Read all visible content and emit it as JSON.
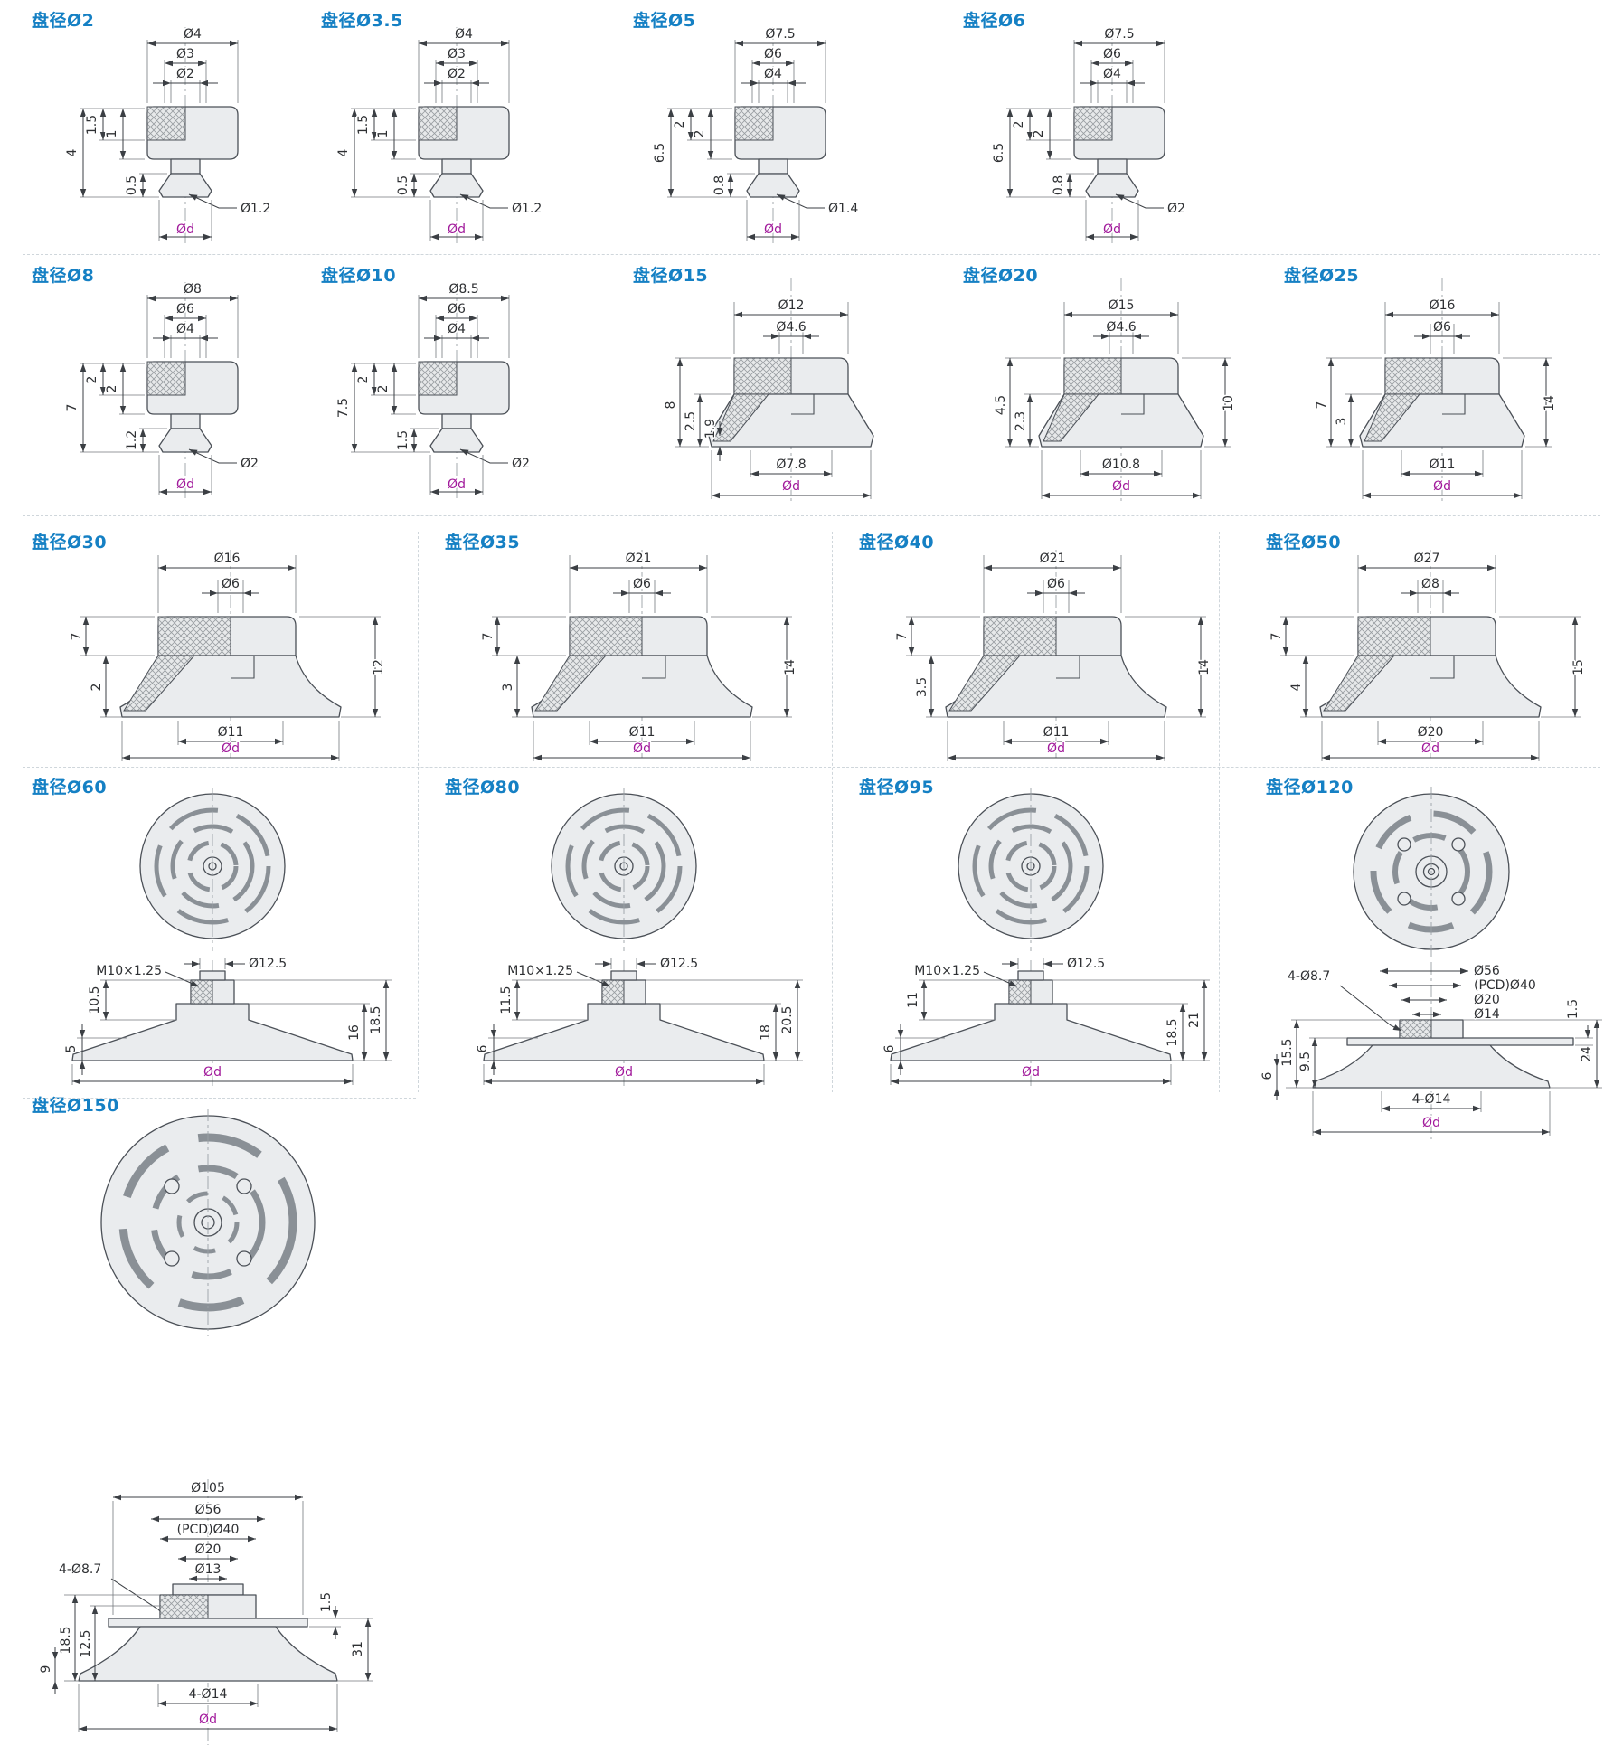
{
  "colors": {
    "title_blue": "#1580c4",
    "dimension_text": "#2e3033",
    "diameter_d_magenta": "#a11a9b",
    "shape_fill": "#eaecee",
    "shape_line": "#4b5057"
  },
  "cells": {
    "d2": {
      "title": "盘径Ø2",
      "top1": "Ø4",
      "top2": "Ø3",
      "top3": "Ø2",
      "left1": "4",
      "left2": "1.5",
      "left3": "1",
      "left4": "0.5",
      "bot1": "Ø1.2",
      "bot2": "Ød"
    },
    "d3_5": {
      "title": "盘径Ø3.5",
      "top1": "Ø4",
      "top2": "Ø3",
      "top3": "Ø2",
      "left1": "4",
      "left2": "1.5",
      "left3": "1",
      "left4": "0.5",
      "bot1": "Ø1.2",
      "bot2": "Ød"
    },
    "d5": {
      "title": "盘径Ø5",
      "top1": "Ø7.5",
      "top2": "Ø6",
      "top3": "Ø4",
      "left1": "6.5",
      "left2": "2",
      "left3": "2",
      "left4": "0.8",
      "bot1": "Ø1.4",
      "bot2": "Ød"
    },
    "d6": {
      "title": "盘径Ø6",
      "top1": "Ø7.5",
      "top2": "Ø6",
      "top3": "Ø4",
      "left1": "6.5",
      "left2": "2",
      "left3": "2",
      "left4": "0.8",
      "bot1": "Ø2",
      "bot2": "Ød"
    },
    "d8": {
      "title": "盘径Ø8",
      "top1": "Ø8",
      "top2": "Ø6",
      "top3": "Ø4",
      "left1": "7",
      "left2": "2",
      "left3": "2",
      "left4": "1.2",
      "bot1": "Ø2",
      "bot2": "Ød"
    },
    "d10": {
      "title": "盘径Ø10",
      "top1": "Ø8.5",
      "top2": "Ø6",
      "top3": "Ø4",
      "left1": "7.5",
      "left2": "2",
      "left3": "2",
      "left4": "1.5",
      "bot1": "Ø2",
      "bot2": "Ød"
    },
    "d15": {
      "title": "盘径Ø15",
      "top1": "Ø12",
      "top2": "Ø4.6",
      "left1": "8",
      "left2": "2.5",
      "left3": "1.9",
      "bot1": "Ø7.8",
      "bot2": "Ød"
    },
    "d20": {
      "title": "盘径Ø20",
      "top1": "Ø15",
      "top2": "Ø4.6",
      "left1": "4.5",
      "left2": "2.3",
      "right1": "10",
      "bot1": "Ø10.8",
      "bot2": "Ød"
    },
    "d25": {
      "title": "盘径Ø25",
      "top1": "Ø16",
      "top2": "Ø6",
      "left1": "7",
      "left2": "3",
      "right1": "14",
      "bot1": "Ø11",
      "bot2": "Ød"
    },
    "d30": {
      "title": "盘径Ø30",
      "top1": "Ø16",
      "top2": "Ø6",
      "left1": "7",
      "left2": "2",
      "right1": "12",
      "bot1": "Ø11",
      "bot2": "Ød"
    },
    "d35": {
      "title": "盘径Ø35",
      "top1": "Ø21",
      "top2": "Ø6",
      "left1": "7",
      "left2": "3",
      "right1": "14",
      "bot1": "Ø11",
      "bot2": "Ød"
    },
    "d40": {
      "title": "盘径Ø40",
      "top1": "Ø21",
      "top2": "Ø6",
      "left1": "7",
      "left2": "3.5",
      "right1": "14",
      "bot1": "Ø11",
      "bot2": "Ød"
    },
    "d50": {
      "title": "盘径Ø50",
      "top1": "Ø27",
      "top2": "Ø8",
      "left1": "7",
      "left2": "4",
      "right1": "15",
      "bot1": "Ø20",
      "bot2": "Ød"
    },
    "d60": {
      "title": "盘径Ø60",
      "thread": "M10×1.25",
      "topd": "Ø12.5",
      "left1": "10.5",
      "left2": "5",
      "right1": "16",
      "right2": "18.5",
      "bot1": "Ød"
    },
    "d80": {
      "title": "盘径Ø80",
      "thread": "M10×1.25",
      "topd": "Ø12.5",
      "left1": "11.5",
      "left2": "6",
      "right1": "18",
      "right2": "20.5",
      "bot1": "Ød"
    },
    "d95": {
      "title": "盘径Ø95",
      "thread": "M10×1.25",
      "topd": "Ø12.5",
      "left1": "11",
      "left2": "6",
      "right1": "18.5",
      "right2": "21",
      "bot1": "Ød"
    },
    "d120": {
      "title": "盘径Ø120",
      "holes": "4-Ø8.7",
      "top1": "Ø56",
      "top2": "(PCD)Ø40",
      "top3": "Ø20",
      "top4": "Ø14",
      "rtop": "1.5",
      "left1": "15.5",
      "left2": "9.5",
      "left3": "6",
      "right1": "24",
      "bot1": "4-Ø14",
      "bot2": "Ød"
    },
    "d150": {
      "title": "盘径Ø150",
      "top0": "Ø105",
      "top1": "Ø56",
      "top2": "(PCD)Ø40",
      "top3": "Ø20",
      "top4": "Ø13",
      "holes": "4-Ø8.7",
      "rtop": "1.5",
      "left1": "18.5",
      "left2": "12.5",
      "left3": "9",
      "right1": "31",
      "bot1": "4-Ø14",
      "bot2": "Ød"
    }
  }
}
